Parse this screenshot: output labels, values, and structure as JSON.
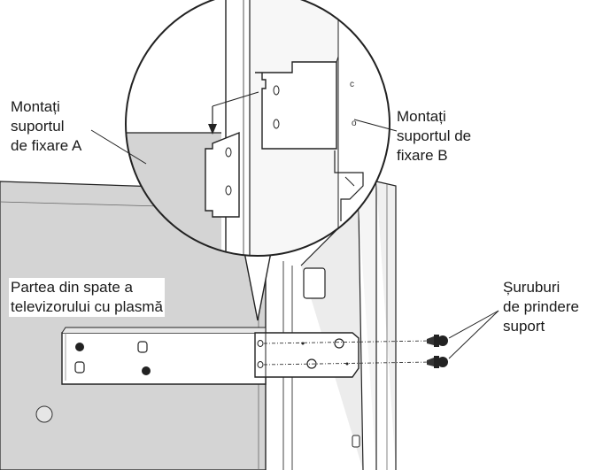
{
  "labels": {
    "bracket_a": [
      "Montați",
      "suportul",
      "de fixare A"
    ],
    "bracket_b": [
      "Montați",
      "suportul de",
      "fixare B"
    ],
    "tv_back": [
      "Partea din spate a",
      "televizorului cu plasmă"
    ],
    "screws": [
      "Șuruburi",
      "de prindere",
      "suport"
    ]
  },
  "colors": {
    "panel_gray": "#d4d4d4",
    "line": "#222222",
    "background": "#ffffff"
  }
}
